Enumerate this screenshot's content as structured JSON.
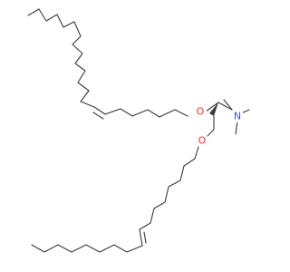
{
  "structure": {
    "kind": "skeletal-formula",
    "atom_labels": {
      "ether_oxygen_upper": "O",
      "ether_oxygen_lower": "O",
      "amine_nitrogen": "N"
    },
    "colors": {
      "bond": "#3a3a3a",
      "oxygen": "#e8322b",
      "nitrogen": "#3050f8",
      "background": "#ffffff"
    },
    "features": [
      "cis-double-bond-upper-chain",
      "cis-double-bond-lower-chain",
      "stereocenter-wedge",
      "dimethylamino-group"
    ]
  }
}
